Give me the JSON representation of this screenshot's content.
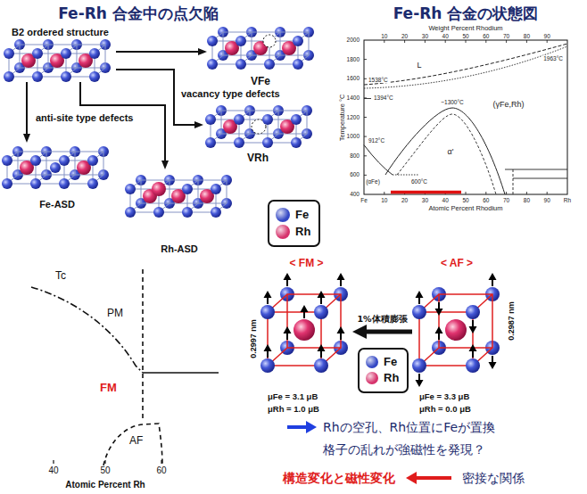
{
  "diagram": {
    "nodes": [
      {
        "text": [
          "B2 ordered structure"
        ]
      },
      {
        "text": [
          "VFe"
        ]
      },
      {
        "text": [
          "VRh"
        ]
      },
      {
        "text": [
          "Fe-ASD"
        ]
      },
      {
        "text": [
          "Rh-ASD"
        ]
      },
      {
        "text": [
          "< FM >"
        ]
      },
      {
        "text": [
          "< AF >"
        ]
      }
    ],
    "edges": [
      {
        "from": 0,
        "to": 1,
        "arrow": "to"
      },
      {
        "from": 0,
        "to": 2,
        "arrow": "to"
      },
      {
        "from": 0,
        "to": 3,
        "arrow": "to"
      },
      {
        "from": 0,
        "to": 4,
        "arrow": "to"
      },
      {
        "from": 6,
        "to": 5,
        "arrow": "to",
        "label": "1%体積膨張"
      }
    ],
    "labels": [
      "Fe-Rh 合金中の点欠陥",
      "vacancy type defects",
      "anti-site type defects",
      "Fe-Rh 合金の状態図",
      "Weight Percent Rhodium",
      "10",
      "20",
      "30",
      "40",
      "50",
      "60",
      "70",
      "80",
      "90",
      "Temperature °C",
      "2000",
      "1800",
      "1600",
      "1400",
      "1200",
      "1000",
      "800",
      "600",
      "400",
      "Fe",
      "10",
      "20",
      "30",
      "40",
      "50",
      "60",
      "70",
      "80",
      "90",
      "Rh",
      "Atomic Percent Rhodium",
      "L",
      "(γFe,Rh)",
      "α'",
      "(αFe)",
      "1538°C",
      "1394°C",
      "912°C",
      "~1300°C",
      "1963°C",
      "600°C",
      "Tc",
      "PM",
      "FM",
      "AF",
      "40",
      "50",
      "60",
      "Atomic Percent Rh",
      "0.2997 nm",
      "0.2987 nm",
      "μFe = 3.1 μB",
      "μRh = 1.0 μB",
      "μFe = 3.3 μB",
      "μRh = 0.0 μB",
      "Rhの空孔、Rh位置にFeが置換",
      "格子の乱れが強磁性を発現？",
      "構造変化と磁性変化",
      "密接な関係"
    ],
    "legend": [
      {
        "text": "Fe",
        "color": "#3347c4"
      },
      {
        "text": "Rh",
        "color": "#d6336c"
      },
      {
        "text": "Fe",
        "color": "#3347c4"
      },
      {
        "text": "Rh",
        "color": "#d6336c"
      }
    ]
  }
}
